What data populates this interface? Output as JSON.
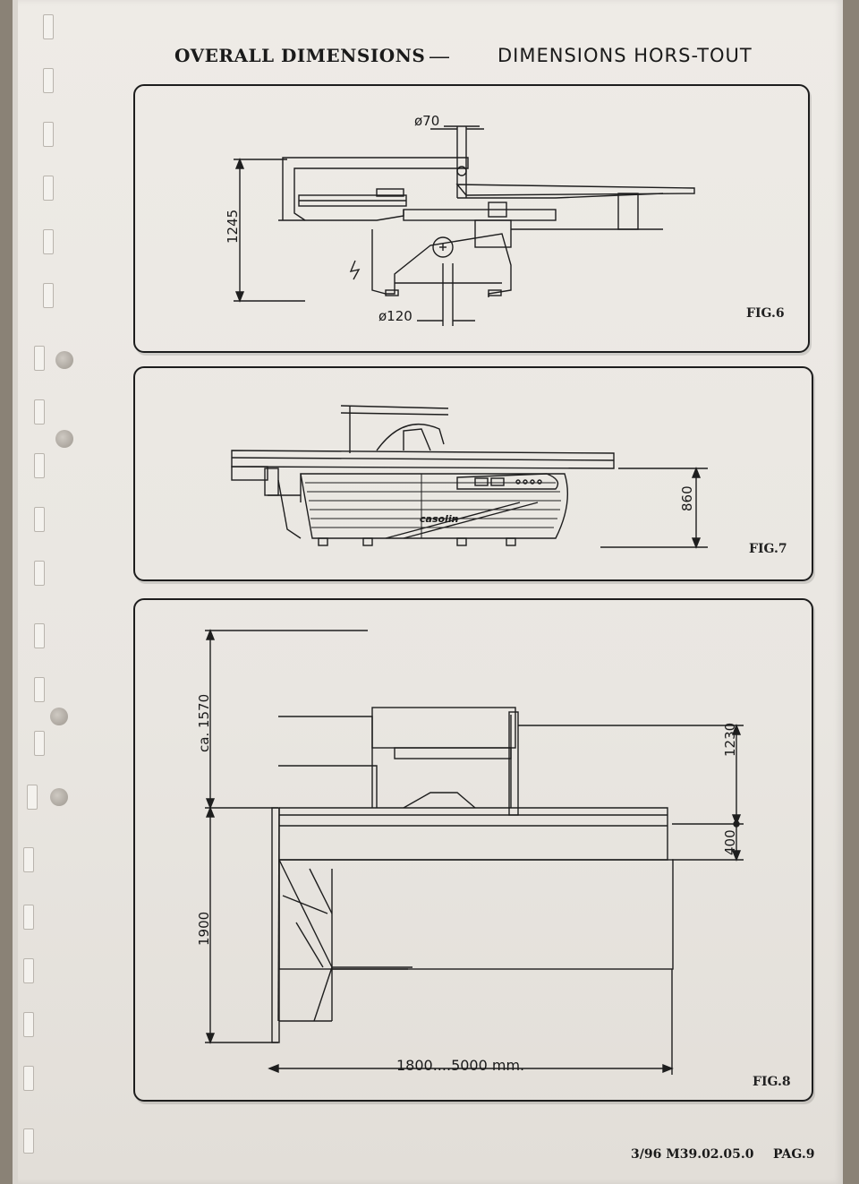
{
  "header": {
    "title_en": "OVERALL DIMENSIONS",
    "separator": "—",
    "title_fr": "DIMENSIONS HORS-TOUT"
  },
  "fig6": {
    "label": "FIG.6",
    "dims": {
      "top_diameter": "ø70",
      "height": "1245",
      "bottom_diameter": "ø120"
    }
  },
  "fig7": {
    "label": "FIG.7",
    "dims": {
      "height": "860"
    },
    "brand": "casolin"
  },
  "fig8": {
    "label": "FIG.8",
    "dims": {
      "left_upper": "ca. 1570",
      "left_lower": "1900",
      "right_upper": "1230",
      "right_lower": "400",
      "bottom": "1800....5000 mm."
    }
  },
  "footer": {
    "code": "3/96  M39.02.05.0",
    "page": "PAG.9"
  }
}
